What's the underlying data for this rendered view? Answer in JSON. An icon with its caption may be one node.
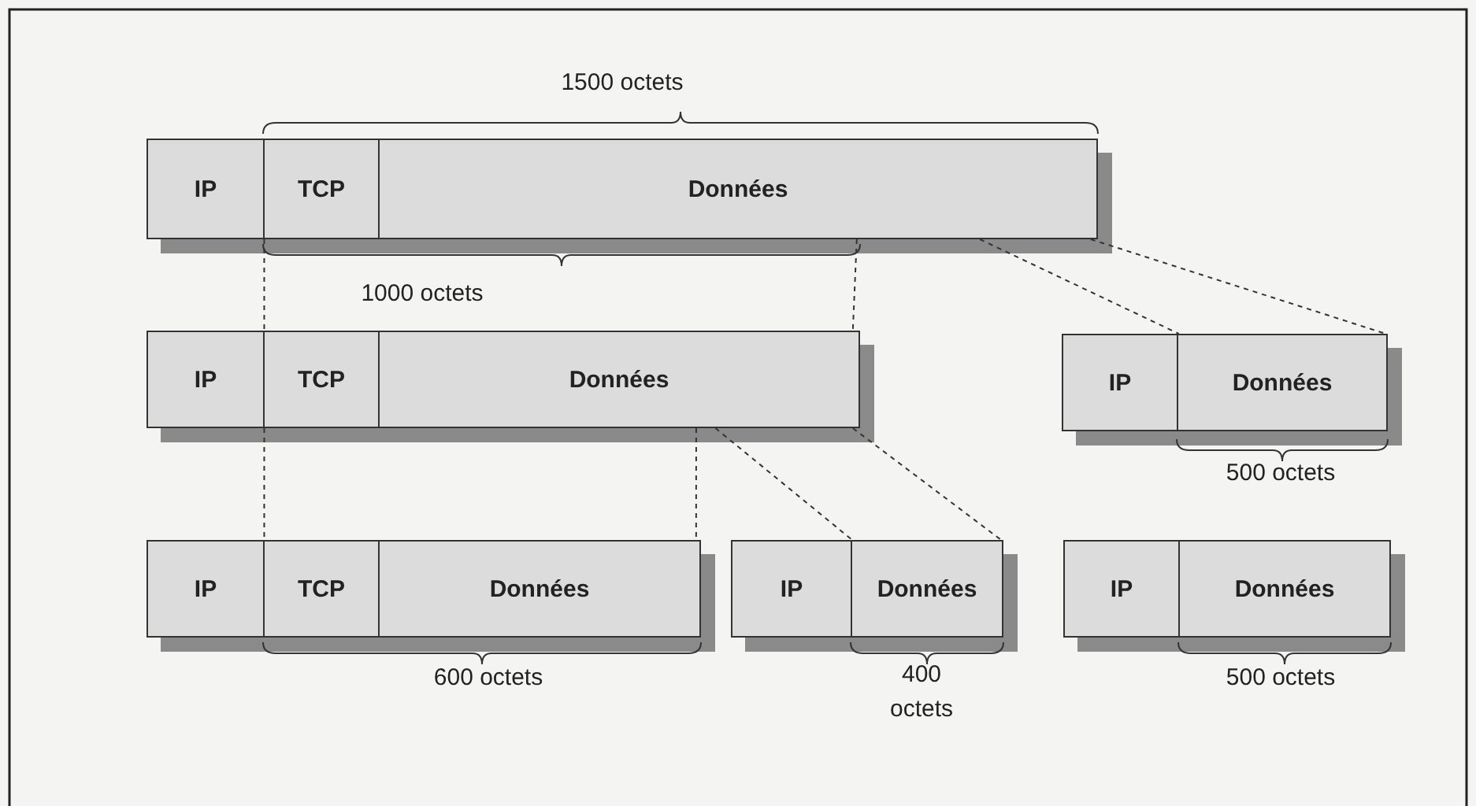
{
  "diagram": {
    "nodes": [
      {
        "text": [],
        "shape": "box"
      },
      {
        "text": [
          "IP"
        ],
        "in": 0
      },
      {
        "text": [
          "TCP"
        ],
        "in": 0
      },
      {
        "text": [
          "Données"
        ],
        "in": 0
      },
      {
        "text": [],
        "shape": "box"
      },
      {
        "text": [
          "IP"
        ],
        "in": 4
      },
      {
        "text": [
          "TCP"
        ],
        "in": 4
      },
      {
        "text": [
          "Données"
        ],
        "in": 4
      },
      {
        "text": [],
        "shape": "box"
      },
      {
        "text": [
          "IP"
        ],
        "in": 8
      },
      {
        "text": [
          "Données"
        ],
        "in": 8
      },
      {
        "text": [],
        "shape": "box"
      },
      {
        "text": [
          "IP"
        ],
        "in": 11
      },
      {
        "text": [
          "TCP"
        ],
        "in": 11
      },
      {
        "text": [
          "Données"
        ],
        "in": 11
      },
      {
        "text": [],
        "shape": "box"
      },
      {
        "text": [
          "IP"
        ],
        "in": 15
      },
      {
        "text": [
          "Données"
        ],
        "in": 15
      },
      {
        "text": [],
        "shape": "box"
      },
      {
        "text": [
          "IP"
        ],
        "in": 18
      },
      {
        "text": [
          "Données"
        ],
        "in": 18
      }
    ],
    "edges": [
      {
        "from": 2,
        "to": 6,
        "arrow": "none",
        "style": "dashed"
      },
      {
        "from": 6,
        "to": 13,
        "arrow": "none",
        "style": "dashed"
      },
      {
        "from": 3,
        "to": 7,
        "arrow": "none",
        "style": "dashed"
      },
      {
        "from": 3,
        "to": 10,
        "arrow": "none",
        "style": "dashed"
      },
      {
        "from": 3,
        "to": 10,
        "arrow": "none",
        "style": "dashed"
      },
      {
        "from": 7,
        "to": 14,
        "arrow": "none",
        "style": "dashed"
      },
      {
        "from": 7,
        "to": 17,
        "arrow": "none",
        "style": "dashed"
      },
      {
        "from": 7,
        "to": 17,
        "arrow": "none",
        "style": "dashed"
      }
    ],
    "labels": [
      "1500 octets",
      "1000 octets",
      "500 octets",
      "600 octets",
      "400 octets",
      "500 octets"
    ]
  }
}
